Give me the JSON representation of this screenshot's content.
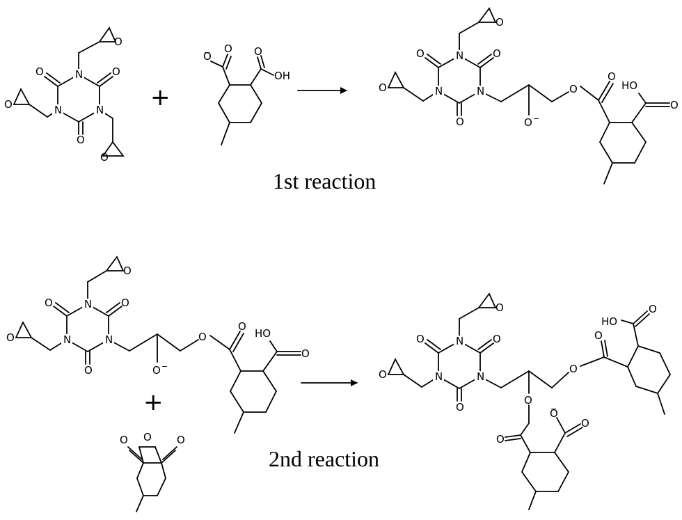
{
  "captions": {
    "first_reaction": "1st reaction",
    "second_reaction": "2nd reaction"
  },
  "symbols": {
    "plus": "+"
  },
  "atom_labels": {
    "oxygen": "O",
    "nitrogen": "N",
    "hydroxyl": "OH",
    "hydroxyl_left": "HO",
    "negative_charge": "−"
  }
}
